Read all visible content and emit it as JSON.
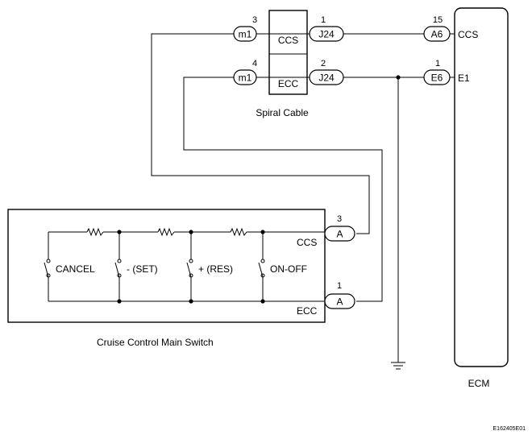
{
  "spiral_cable": {
    "label": "Spiral Cable",
    "ccs_label": "CCS",
    "ecc_label": "ECC",
    "left_connector": "m1",
    "right_connector": "J24",
    "left_pin_ccs": "3",
    "left_pin_ecc": "4",
    "right_pin_ccs": "1",
    "right_pin_ecc": "2"
  },
  "ecm": {
    "label": "ECM",
    "connector_ccs": "A6",
    "connector_e1": "E6",
    "pin_ccs": "15",
    "pin_e1": "1",
    "terminal_ccs": "CCS",
    "terminal_e1": "E1"
  },
  "main_switch": {
    "label": "Cruise Control Main Switch",
    "connector": "A",
    "pin_ccs": "3",
    "pin_ecc": "1",
    "terminal_ccs": "CCS",
    "terminal_ecc": "ECC",
    "switches": [
      "CANCEL",
      "- (SET)",
      "+ (RES)",
      "ON-OFF"
    ]
  },
  "figure_code": "E162405E01"
}
